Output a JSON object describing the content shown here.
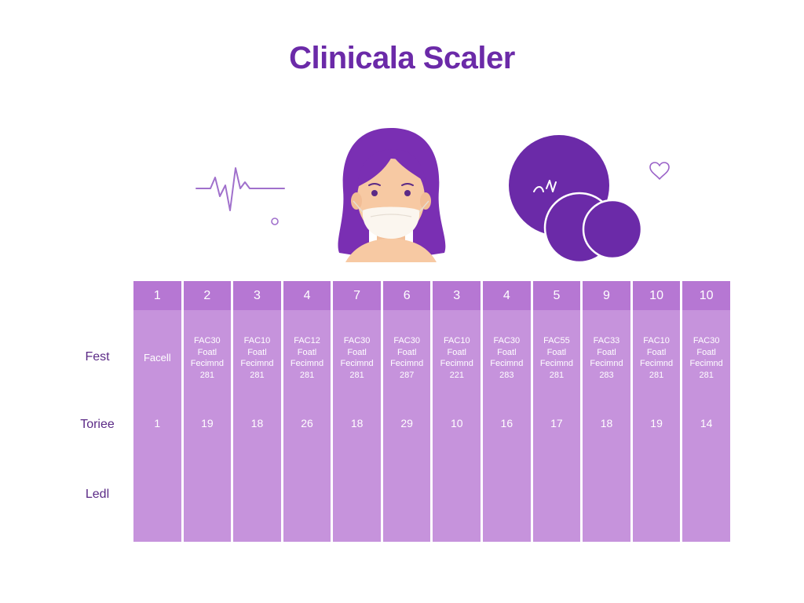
{
  "title": "Clinicala Scaler",
  "colors": {
    "accent": "#6b2aa8",
    "header": "#b677d3",
    "body": "#c693dc",
    "label": "#5b2a86",
    "skin": "#f7c9a3",
    "mask": "#fbf6ef"
  },
  "icons": {
    "pulse": "heartbeat-line-icon",
    "heart": "heart-icon",
    "person": "masked-woman-icon",
    "circles": "overlapping-circles-icon"
  },
  "row_labels": [
    "Fest",
    "Toriee",
    "Ledl"
  ],
  "columns": [
    {
      "header": "1",
      "text": [
        "Facell"
      ],
      "value": "1"
    },
    {
      "header": "2",
      "text": [
        "FAC30",
        "Foatl",
        "Fecimnd",
        "281"
      ],
      "value": "19"
    },
    {
      "header": "3",
      "text": [
        "FAC10",
        "Foatl",
        "Fecimnd",
        "281"
      ],
      "value": "18"
    },
    {
      "header": "4",
      "text": [
        "FAC12",
        "Foatl",
        "Fecimnd",
        "281"
      ],
      "value": "26"
    },
    {
      "header": "7",
      "text": [
        "FAC30",
        "Foatl",
        "Fecimnd",
        "281"
      ],
      "value": "18"
    },
    {
      "header": "6",
      "text": [
        "FAC30",
        "Foatl",
        "Fecimnd",
        "287"
      ],
      "value": "29"
    },
    {
      "header": "3",
      "text": [
        "FAC10",
        "Foatl",
        "Fecimnd",
        "221"
      ],
      "value": "10"
    },
    {
      "header": "4",
      "text": [
        "FAC30",
        "Foatl",
        "Fecimnd",
        "283"
      ],
      "value": "16"
    },
    {
      "header": "5",
      "text": [
        "FAC55",
        "Foatl",
        "Fecimnd",
        "281"
      ],
      "value": "17"
    },
    {
      "header": "9",
      "text": [
        "FAC33",
        "Foatl",
        "Fecimnd",
        "283"
      ],
      "value": "18"
    },
    {
      "header": "10",
      "text": [
        "FAC10",
        "Foatl",
        "Fecimnd",
        "281"
      ],
      "value": "19"
    },
    {
      "header": "10",
      "text": [
        "FAC30",
        "Foatl",
        "Fecimnd",
        "281"
      ],
      "value": "14"
    }
  ]
}
